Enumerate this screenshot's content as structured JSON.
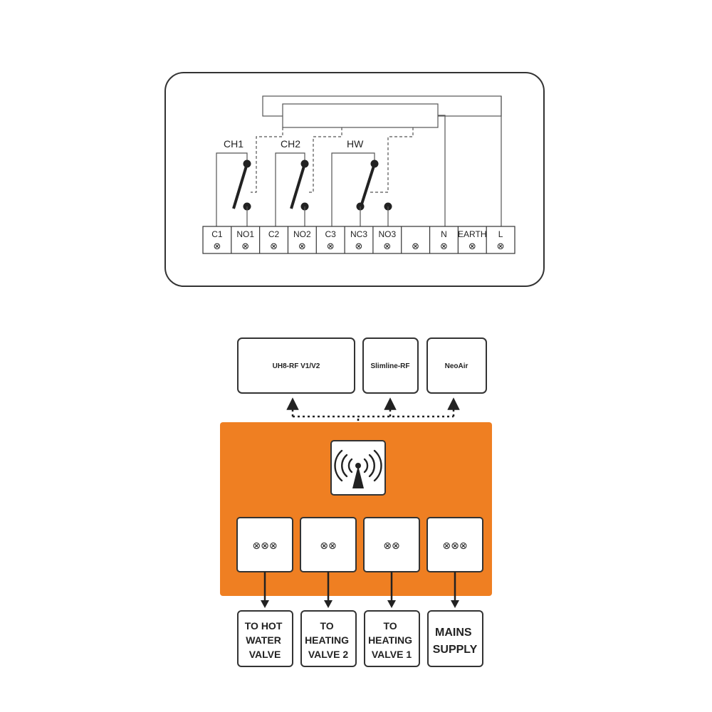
{
  "wiring": {
    "channels": [
      "CH1",
      "CH2",
      "HW"
    ],
    "terminals": [
      "C1",
      "NO1",
      "C2",
      "NO2",
      "C3",
      "NC3",
      "NO3",
      "",
      "N",
      "EARTH",
      "L"
    ],
    "terminal_symbol": "⊗"
  },
  "devices": [
    "UH8-RF V1/V2",
    "Slimline-RF",
    "NeoAir"
  ],
  "receiver": {
    "color": "#ef7f22",
    "antenna_icon": "wireless-antenna-icon",
    "terminal_groups": [
      "⊗⊗⊗",
      "⊗⊗",
      "⊗⊗",
      "⊗⊗⊗"
    ]
  },
  "outputs": [
    {
      "lines": [
        "TO HOT",
        "WATER",
        "VALVE"
      ]
    },
    {
      "lines": [
        "TO",
        "HEATING",
        "VALVE 2"
      ]
    },
    {
      "lines": [
        "TO",
        "HEATING",
        "VALVE 1"
      ]
    },
    {
      "lines": [
        "MAINS",
        "SUPPLY"
      ]
    }
  ]
}
